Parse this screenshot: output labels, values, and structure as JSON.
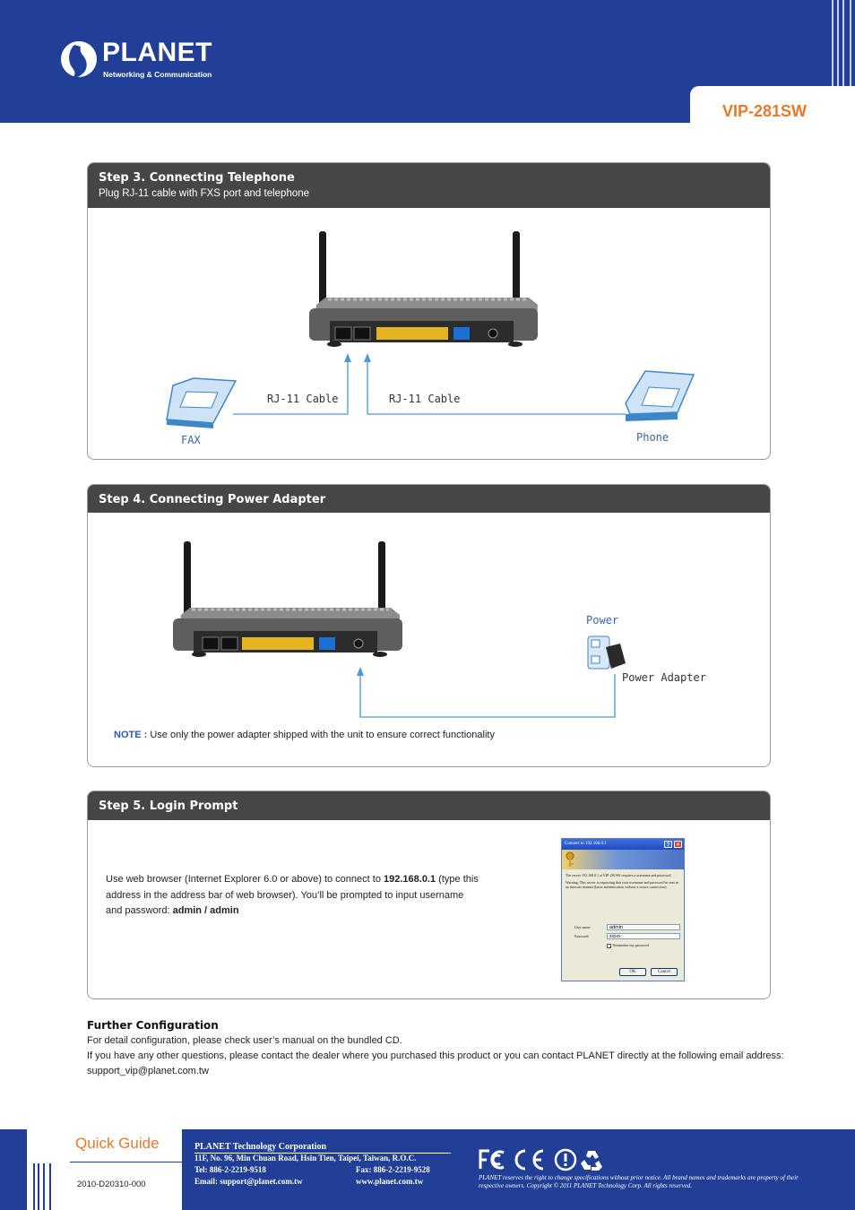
{
  "header": {
    "brand": "PLANET",
    "tagline": "Networking & Communication",
    "model": "VIP-281SW"
  },
  "step3": {
    "title": "Step 3. Connecting Telephone",
    "subtitle": "Plug RJ-11 cable with FXS port and telephone",
    "cable_left": "RJ-11 Cable",
    "cable_right": "RJ-11 Cable",
    "fax_label": "FAX",
    "phone_label": "Phone"
  },
  "step4": {
    "title": "Step 4. Connecting Power Adapter",
    "power_label": "Power",
    "adapter_label": "Power Adapter",
    "note_label": "NOTE :",
    "note_text": " Use only the power adapter shipped with the unit to ensure correct functionality"
  },
  "step5": {
    "title": "Step 5. Login Prompt",
    "text_1": "Use web browser (Internet Explorer 6.0 or above) to connect to ",
    "ip": "192.168.0.1",
    "text_2": "(type this address in the address bar of web browser). You’ll be prompted to input username and password: ",
    "credentials": "admin / admin",
    "dialog": {
      "title": "Connect to 192.168.0.1",
      "message": "The server 192.168.0.1 at VIP-281SW requires a username and password.",
      "warning": "Warning: This server is requesting that your username and password be sent in an insecure manner (basic authentication without a secure connection).",
      "username_label": "User name:",
      "username_value": "admin",
      "password_label": "Password:",
      "password_value": "xxxxx",
      "remember": "Remember my password",
      "ok": "OK",
      "cancel": "Cancel"
    }
  },
  "further": {
    "title": "Further Configuration",
    "line1": "For detail configuration, please check user’s manual on the bundled CD.",
    "line2": "If you have any other questions, please contact the dealer where you purchased this product or you can contact PLANET directly at the following email address: support_vip@planet.com.tw"
  },
  "footer": {
    "quick_guide": "Quick Guide",
    "doc_code": "2010-D20310-000",
    "corp_name": "PLANET Technology Corporation",
    "address": "11F, No. 96, Min Chuan Road, Hsin Tien, Taipei, Taiwan, R.O.C.",
    "tel": "Tel: 886-2-2219-9518",
    "fax": "Fax: 886-2-2219-9528",
    "email": "Email: support@planet.com.tw",
    "web": "www.planet.com.tw",
    "legal": "PLANET reserves the right to change specifications without prior notice.  All brand names and trademarks are property of their respective owners. Copyright © 2011 PLANET Technology Corp.  All rights reserved."
  }
}
